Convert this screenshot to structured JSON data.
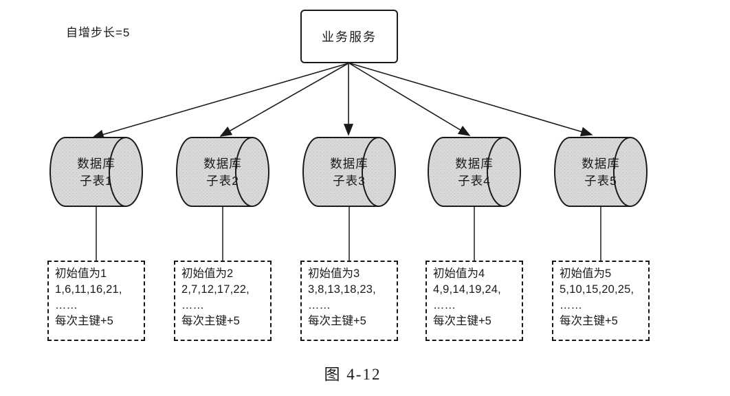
{
  "figure": {
    "step_label": "自增步长=5",
    "service_label": "业务服务",
    "caption": "图 4-12",
    "colors": {
      "cylinder_fill": "#d9d9d9",
      "cylinder_speckle": "#b5b5b5",
      "stroke": "#1a1a1a",
      "background": "#ffffff"
    },
    "shards": [
      {
        "db_line1": "数据库",
        "db_line2": "子表1",
        "initial_value": "初始值为1",
        "key_sequence": "1,6,11,16,21,",
        "ellipsis": "……",
        "increment_rule": "每次主键+5"
      },
      {
        "db_line1": "数据库",
        "db_line2": "子表2",
        "initial_value": "初始值为2",
        "key_sequence": "2,7,12,17,22,",
        "ellipsis": "……",
        "increment_rule": "每次主键+5"
      },
      {
        "db_line1": "数据库",
        "db_line2": "子表3",
        "initial_value": "初始值为3",
        "key_sequence": "3,8,13,18,23,",
        "ellipsis": "……",
        "increment_rule": "每次主键+5"
      },
      {
        "db_line1": "数据库",
        "db_line2": "子表4",
        "initial_value": "初始值为4",
        "key_sequence": "4,9,14,19,24,",
        "ellipsis": "……",
        "increment_rule": "每次主键+5"
      },
      {
        "db_line1": "数据库",
        "db_line2": "子表5",
        "initial_value": "初始值为5",
        "key_sequence": "5,10,15,20,25,",
        "ellipsis": "……",
        "increment_rule": "每次主键+5"
      }
    ]
  }
}
